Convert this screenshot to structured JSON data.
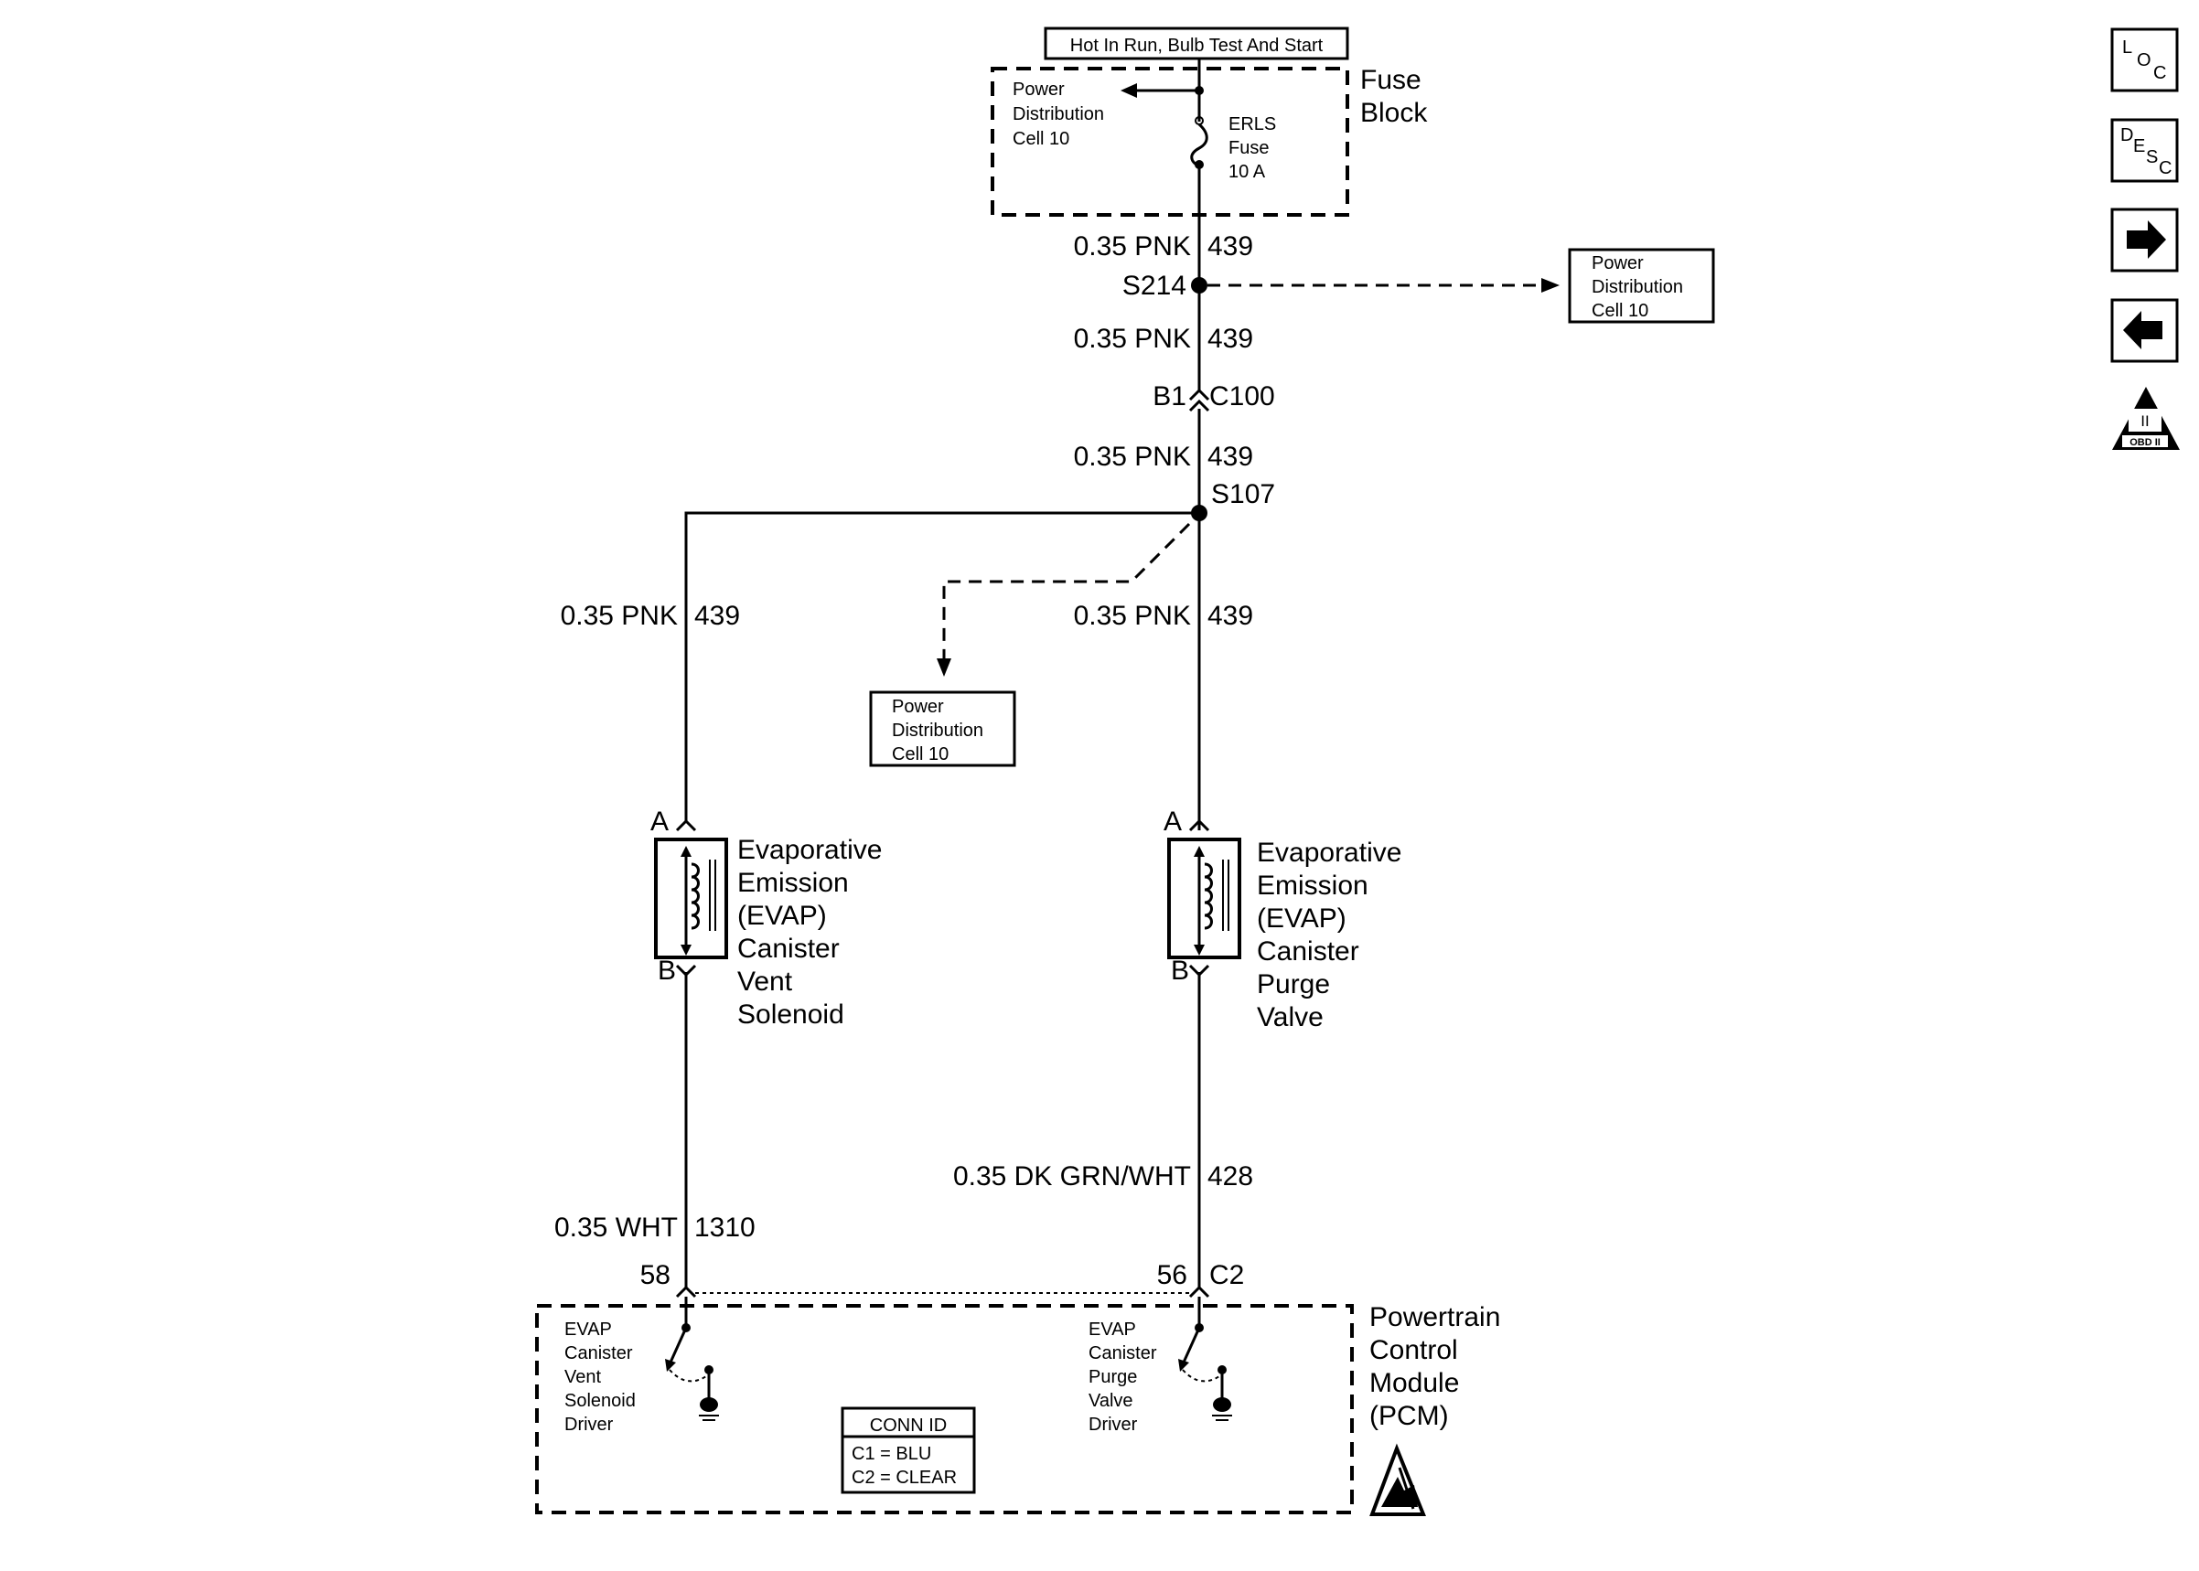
{
  "power_source": "Hot In Run, Bulb Test And Start",
  "fuse_block": {
    "title_line1": "Fuse",
    "title_line2": "Block",
    "power_dist": [
      "Power",
      "Distribution",
      "Cell 10"
    ],
    "fuse": [
      "ERLS",
      "Fuse",
      "10 A"
    ]
  },
  "splices": {
    "s214": "S214",
    "s107": "S107"
  },
  "connector_c100": {
    "pin": "B1",
    "name": "C100"
  },
  "wires": {
    "w1": {
      "gauge_color": "0.35 PNK",
      "circuit": "439"
    },
    "w2": {
      "gauge_color": "0.35 PNK",
      "circuit": "439"
    },
    "w3": {
      "gauge_color": "0.35 PNK",
      "circuit": "439"
    },
    "w_left": {
      "gauge_color": "0.35 PNK",
      "circuit": "439"
    },
    "w_right": {
      "gauge_color": "0.35 PNK",
      "circuit": "439"
    },
    "w_vent": {
      "gauge_color": "0.35 WHT",
      "circuit": "1310"
    },
    "w_purge": {
      "gauge_color": "0.35 DK GRN/WHT",
      "circuit": "428"
    }
  },
  "power_dist_ref": [
    "Power",
    "Distribution",
    "Cell 10"
  ],
  "vent_solenoid": {
    "pin_a": "A",
    "pin_b": "B",
    "name": [
      "Evaporative",
      "Emission",
      "(EVAP)",
      "Canister",
      "Vent",
      "Solenoid"
    ]
  },
  "purge_valve": {
    "pin_a": "A",
    "pin_b": "B",
    "name": [
      "Evaporative",
      "Emission",
      "(EVAP)",
      "Canister",
      "Purge",
      "Valve"
    ]
  },
  "pcm": {
    "name": [
      "Powertrain",
      "Control",
      "Module",
      "(PCM)"
    ],
    "pin_vent": "58",
    "pin_purge": "56",
    "conn": "C2",
    "vent_driver": [
      "EVAP",
      "Canister",
      "Vent",
      "Solenoid",
      "Driver"
    ],
    "purge_driver": [
      "EVAP",
      "Canister",
      "Purge",
      "Valve",
      "Driver"
    ],
    "conn_id": {
      "title": "CONN ID",
      "c1": "C1 = BLU",
      "c2": "C2 = CLEAR"
    }
  },
  "nav": {
    "loc": {
      "l1": "L",
      "l2": "O",
      "l3": "C"
    },
    "desc": {
      "l1": "D",
      "l2": "E",
      "l3": "S",
      "l4": "C"
    },
    "obd_roman": "II",
    "obd_label": "OBD II"
  }
}
